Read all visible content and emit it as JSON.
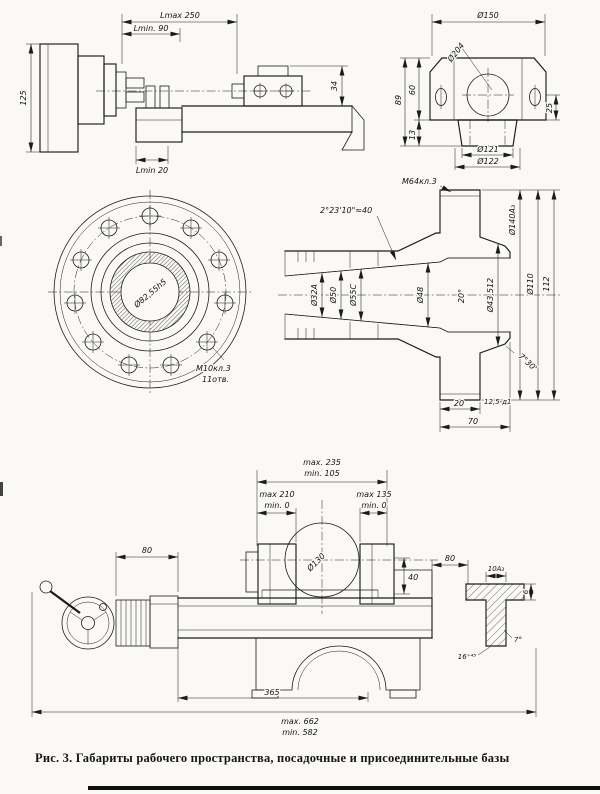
{
  "page": {
    "background": "#faf9f6",
    "ink": "#1b1b1b",
    "caption": "Рис. 3.  Габариты рабочего пространства, посадочные и присоединительные базы"
  },
  "side_view": {
    "lmax": "Lmax 250",
    "lmin": "Lmin. 90",
    "height": "125",
    "lmin20": "Lmin 20",
    "dim34": "34"
  },
  "plan_view": {
    "d150": "Ø150",
    "d204": "Ø204",
    "dim89": "89",
    "dim60": "60",
    "dim13": "13",
    "d121": "Ø121",
    "d122": "Ø122",
    "dim25": "25"
  },
  "flange_view": {
    "bore": "Ø82,55h5",
    "thread": "М10кл.3",
    "holes": "11отв."
  },
  "spindle_section": {
    "thread": "М64кл.3",
    "d140": "Ø140A₃",
    "taper": "2°23'10\"≈40",
    "d32": "Ø32A",
    "d50": "Ø50",
    "d55": "Ø55С",
    "d48": "Ø48",
    "d43": "Ø43,512",
    "d110": "Ø110",
    "dim112": "112",
    "angle20": "20°",
    "angle730": "7°30'",
    "dim20": "20",
    "rough": "12,5-д1",
    "dim70": "70"
  },
  "front_view": {
    "max235": "max. 235",
    "min105": "min. 105",
    "max210": "max 210",
    "min0_left": "min. 0",
    "max135": "max 135",
    "min0_right": "min. 0",
    "d130": "Ø130",
    "dim80_left": "80",
    "dim40": "40",
    "dim80_right": "80",
    "rail_width": "10A₃",
    "rail_t": "6",
    "rail_h": "16⁺⁴⁵",
    "rail_angle": "7°",
    "dim365": "365",
    "max662": "max. 662",
    "min582": "min. 582"
  }
}
